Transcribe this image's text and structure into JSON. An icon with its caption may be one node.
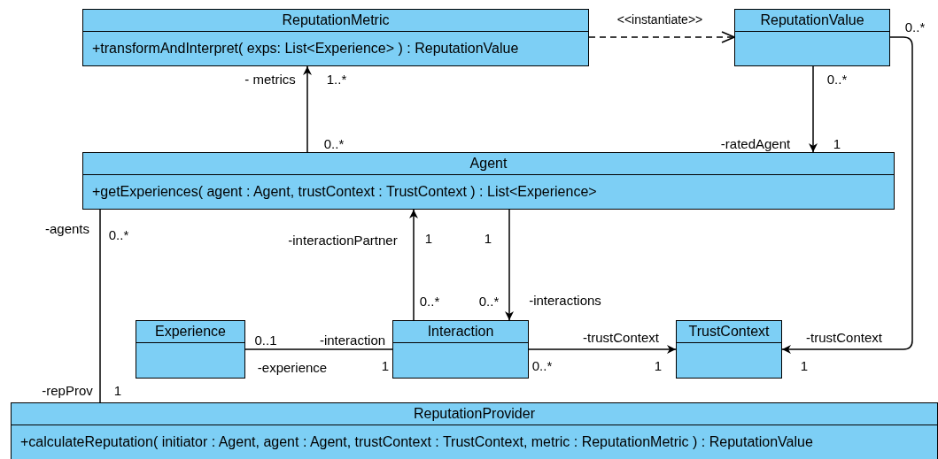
{
  "diagram": {
    "nodes": [
      {
        "text": [
          "ReputationMetric",
          "+transformAndInterpret( exps: List<Experience> ) : ReputationValue"
        ]
      },
      {
        "text": [
          "ReputationValue"
        ]
      },
      {
        "text": [
          "Agent",
          "+getExperiences( agent : Agent, trustContext : TrustContext ) : List<Experience>"
        ]
      },
      {
        "text": [
          "Experience"
        ]
      },
      {
        "text": [
          "Interaction"
        ]
      },
      {
        "text": [
          "TrustContext"
        ]
      },
      {
        "text": [
          "ReputationProvider",
          "+calculateReputation( initiator : Agent, agent : Agent, trustContext : TrustContext, metric : ReputationMetric ) : ReputationValue"
        ]
      }
    ],
    "edges": [
      {
        "from": 0,
        "to": 1,
        "arrow": "to",
        "label": "<<instantiate>>",
        "style": "dashed"
      },
      {
        "from": 2,
        "to": 0,
        "arrow": "to"
      },
      {
        "from": 1,
        "to": 2,
        "arrow": "to"
      },
      {
        "from": 4,
        "to": 2,
        "arrow": "to"
      },
      {
        "from": 2,
        "to": 4,
        "arrow": "to"
      },
      {
        "from": 3,
        "to": 4,
        "arrow": "none"
      },
      {
        "from": 4,
        "to": 5,
        "arrow": "to"
      },
      {
        "from": 1,
        "to": 5,
        "arrow": "to"
      },
      {
        "from": 2,
        "to": 6,
        "arrow": "none"
      }
    ],
    "labels": [
      "0..*",
      "- metrics",
      "1..*",
      "0..*",
      "0..*",
      "-ratedAgent",
      "1",
      "-agents",
      "0..*",
      "-interactionPartner",
      "1",
      "1",
      "0..*",
      "0..*",
      "-interactions",
      "0..1",
      "-interaction",
      "-trustContext",
      "-trustContext",
      "-experience",
      "1",
      "0..*",
      "1",
      "1",
      "-repProv",
      "1"
    ]
  }
}
